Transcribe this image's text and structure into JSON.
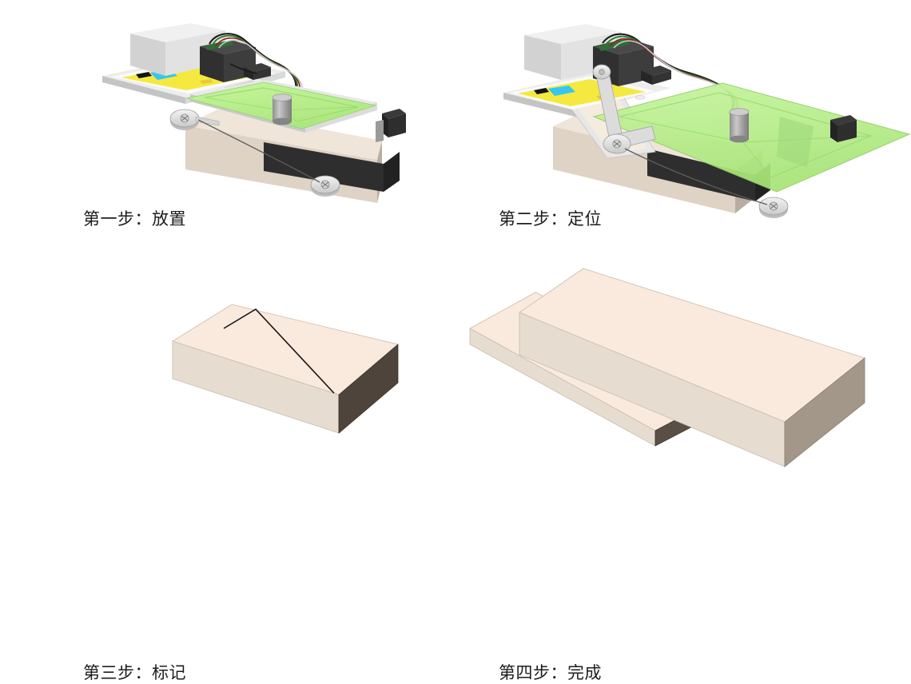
{
  "figure": {
    "title": "",
    "background_color": "#ffffff",
    "panel_count": 4,
    "layout": "2x2 grid"
  },
  "palette": {
    "block_top": "#faeade",
    "block_front": "#e6dbcf",
    "block_side": "#cfc4b6",
    "block_dark_side": "#4a4038",
    "green_panel": "#b5ef8a",
    "green_panel_edge": "#8fd162",
    "green_panel_trans": "#b9ef90",
    "metal_light": "#e9e9e9",
    "metal_mid": "#cfcfcf",
    "metal_dark": "#9a9a9a",
    "housing_grey": "#dcdcdc",
    "electronics_dark": "#3a3a3a",
    "pcb_green": "#2e7d32",
    "wire_black": "#1a1a1a",
    "wire_green": "#1f7a1f",
    "wire_red": "#8b2020",
    "wire_white": "#cccccc",
    "phone_white": "#f7f7f7",
    "phone_screen_yellow": "#f5e93f",
    "phone_accent_cyan": "#35c6f4",
    "phone_accent_black": "#171717",
    "clamp_black": "#2b2b2b",
    "line_black": "#141414",
    "caption_text": "#1d1d1d"
  },
  "panels": [
    {
      "id": "panel-1",
      "step_number": 1,
      "caption": "第一步：放置",
      "description": "Workpiece block placed on jig base with green laser/projection panel lying flat, smartphone in holder, control electronics at rear",
      "components": [
        {
          "name": "base-block",
          "color": "#faeade",
          "state": "placed on jig"
        },
        {
          "name": "green-panel",
          "color": "#b5ef8a",
          "state": "flat / horizontal"
        },
        {
          "name": "hinge-pivot-left",
          "color": "#cfcfcf"
        },
        {
          "name": "hinge-pivot-right",
          "color": "#cfcfcf"
        },
        {
          "name": "cylinder-motor",
          "color": "#9a9a9a"
        },
        {
          "name": "control-box",
          "color": "#3a3a3a"
        },
        {
          "name": "housing-cover",
          "color": "#dcdcdc"
        },
        {
          "name": "smartphone",
          "color": "#f7f7f7",
          "screen": "yellow app view"
        },
        {
          "name": "clamp-bracket",
          "color": "#2b2b2b"
        }
      ]
    },
    {
      "id": "panel-2",
      "step_number": 2,
      "caption": "第二步：定位",
      "description": "Green panel raised and rotated by the linkage arm into the positioning plane over the workpiece",
      "components": [
        {
          "name": "base-block",
          "color": "#faeade",
          "state": "on jig"
        },
        {
          "name": "green-panel",
          "color": "#b5ef8a",
          "state": "tilted / positioning plane"
        },
        {
          "name": "linkage-arm",
          "color": "#d6d6d6",
          "state": "extended"
        },
        {
          "name": "hinge-pivot-upper",
          "color": "#cfcfcf"
        },
        {
          "name": "hinge-pivot-lower",
          "color": "#cfcfcf"
        },
        {
          "name": "cylinder-motor",
          "color": "#9a9a9a"
        },
        {
          "name": "control-box",
          "color": "#3a3a3a"
        },
        {
          "name": "housing-cover",
          "color": "#dcdcdc"
        },
        {
          "name": "smartphone",
          "color": "#f7f7f7",
          "screen": "yellow app view"
        },
        {
          "name": "clamp-bracket",
          "color": "#2b2b2b"
        }
      ]
    },
    {
      "id": "panel-3",
      "step_number": 3,
      "caption": "第三步：标记",
      "description": "Workpiece block removed from jig showing the scribed L-shaped marking line on its top face",
      "components": [
        {
          "name": "workpiece-block",
          "color": "#faeade"
        },
        {
          "name": "marking-line",
          "color": "#141414",
          "shape": "L-shaped scribe"
        }
      ]
    },
    {
      "id": "panel-4",
      "step_number": 4,
      "caption": "第四步：完成",
      "description": "Workpiece cut along the marked line into two separated pieces",
      "components": [
        {
          "name": "cut-piece-upper",
          "color": "#faeade"
        },
        {
          "name": "cut-piece-lower",
          "color": "#faeade"
        },
        {
          "name": "cut-gap",
          "color": "#ffffff"
        }
      ]
    }
  ],
  "captions": {
    "step1": "第一步：放置",
    "step2": "第二步：定位",
    "step3": "第三步：标记",
    "step4": "第四步：完成"
  }
}
